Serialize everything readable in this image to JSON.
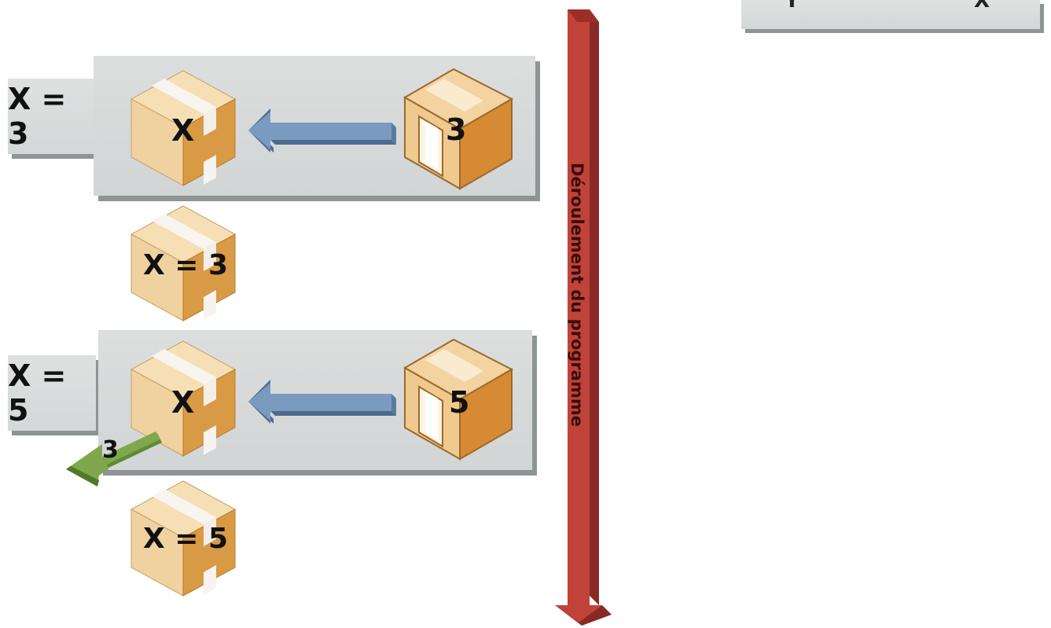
{
  "diagram": {
    "timeline_label": "Déroulement du programme",
    "top_partial": {
      "left_letter": "Y",
      "right_letter": "X"
    },
    "step1": {
      "assignment": "X = 3",
      "variable_box": "X",
      "value_crate": "3",
      "result_box": "X = 3"
    },
    "step2": {
      "assignment": "X = 5",
      "variable_box": "X",
      "value_crate": "5",
      "discarded_value": "3",
      "result_box": "X = 5"
    }
  },
  "colors": {
    "panel": "#d6d8d8",
    "panel_shadow": "#8e9494",
    "cube_top": "#f6dfb4",
    "cube_left": "#f0d2a1",
    "cube_right": "#d99a46",
    "tape": "#f7f3ee",
    "arrow_blue": "#7a9ac0",
    "arrow_green": "#7fa84c",
    "timeline_red": "#c0433a"
  },
  "icons": [
    "variable-box-icon",
    "value-crate-icon",
    "assign-arrow-icon",
    "discard-arrow-icon",
    "timeline-arrow-icon"
  ]
}
